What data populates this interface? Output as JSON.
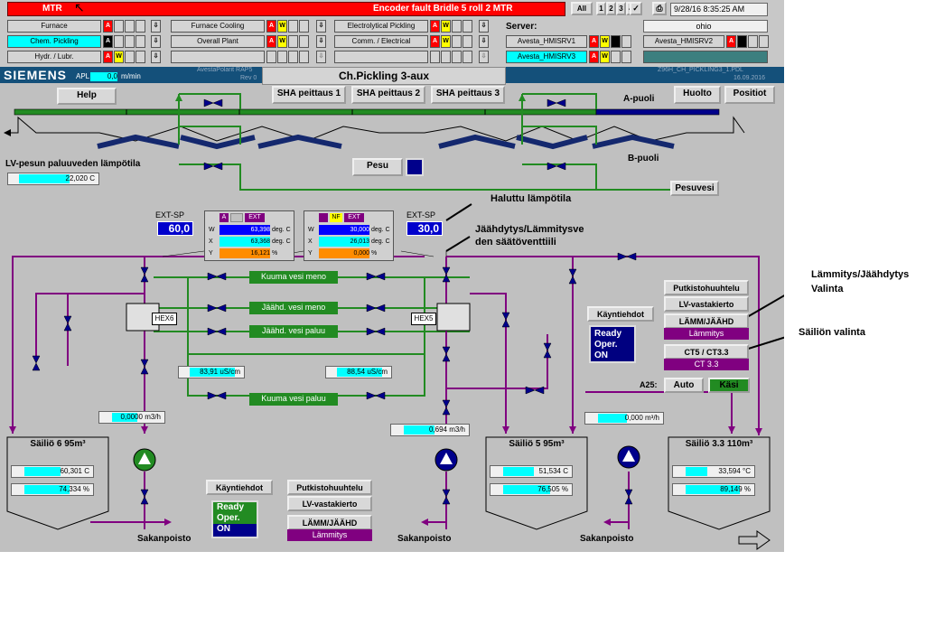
{
  "topbar": {
    "alarm_tag": "MTR",
    "alarm_message": "Encoder fault Bridle 5 roll 2 MTR",
    "all_label": "All",
    "pages": [
      "1",
      "2",
      "3",
      "4"
    ],
    "datetime": "9/28/16 8:35:25 AM",
    "location": "ohio",
    "server_label": "Server:",
    "groups": [
      {
        "label": "Furnace",
        "A": "A",
        "W": ""
      },
      {
        "label": "Chem. Pickling",
        "A": "",
        "W": ""
      },
      {
        "label": "Hydr. / Lubr.",
        "A": "A",
        "W": "W"
      },
      {
        "label": "Furnace Cooling",
        "A": "A",
        "W": "W"
      },
      {
        "label": "Overall Plant",
        "A": "A",
        "W": "W"
      },
      {
        "label": "",
        "A": "",
        "W": ""
      },
      {
        "label": "Electrolytical Pickling",
        "A": "A",
        "W": "W"
      },
      {
        "label": "Comm. / Electrical",
        "A": "A",
        "W": "W"
      },
      {
        "label": "",
        "A": "",
        "W": ""
      }
    ],
    "servers": [
      "Avesta_HMISRV1",
      "Avesta_HMISRV2",
      "Avesta_HMISRV3"
    ]
  },
  "header": {
    "brand": "SIEMENS",
    "apl_label": "APL",
    "apl_value": "0,0",
    "apl_unit": "m/min",
    "site_line1": "AvestaPolarit RAP5",
    "site_line2": "Rev 0",
    "title": "Ch.Pickling 3-aux",
    "pic_line1": "Z96H_CH_PICKLING3_1.PDL",
    "pic_line2": "16.09.2016"
  },
  "buttons": {
    "help": "Help",
    "sha1": "SHA peittaus 1",
    "sha2": "SHA peittaus 2",
    "sha3": "SHA peittaus 3",
    "huolto": "Huolto",
    "positiot": "Positiot",
    "pesu": "Pesu",
    "pesuvesi": "Pesuvesi",
    "putkisto": "Putkistohuuhtelu",
    "lv_vastakierto": "LV-vastakierto",
    "lamm_jaahd": "LÄMM/JÄÄHD",
    "lammitys": "Lämmitys",
    "ct_select": "CT5 / CT3.3",
    "ct_value": "CT 3.3",
    "kayntiehdot": "Käyntiehdot",
    "a25_label": "A25:",
    "auto": "Auto",
    "kasi": "Käsi",
    "putkisto2": "Putkistohuuhtelu",
    "lv_vastakierto2": "LV-vastakierto",
    "lamm_jaahd2": "LÄMM/JÄÄHD",
    "lammitys2": "Lämmitys",
    "kayntiehdot2": "Käyntiehdot"
  },
  "status": {
    "ready": "Ready",
    "oper": "Oper.",
    "on": "ON"
  },
  "labels": {
    "a_puoli": "A-puoli",
    "b_puoli": "B-puoli",
    "lv_pesu": "LV-pesun paluuveden lämpötila",
    "lv_pesu_value": "22,020 C",
    "hex6": "HEX6",
    "hex5": "HEX5",
    "kuuma_meno": "Kuuma vesi meno",
    "jaahd_meno": "Jäähd. vesi meno",
    "jaahd_paluu": "Jäähd. vesi paluu",
    "kuuma_paluu": "Kuuma vesi paluu",
    "cond1": "83,91 uS/cm",
    "cond2": "88,54 uS/cm",
    "flow1": "0,0000 m3/h",
    "flow2": "0,694 m3/h",
    "flow3": "0,000 m³/h",
    "sakanpoisto": "Sakanpoisto"
  },
  "controllers": {
    "left": {
      "ext_sp_label": "EXT-SP",
      "ext_sp_value": "60,0",
      "mode": "A",
      "ext": "EXT",
      "W": "63,398",
      "X": "63,368",
      "Y": "16,121",
      "W_unit": "deg. C",
      "X_unit": "deg. C",
      "Y_unit": "%"
    },
    "right": {
      "ext_sp_label": "EXT-SP",
      "ext_sp_value": "30,0",
      "mode": "NF",
      "ext": "EXT",
      "W": "30,000",
      "X": "26,013",
      "Y": "0,000",
      "W_unit": "deg. C",
      "X_unit": "deg. C",
      "Y_unit": "%"
    }
  },
  "tanks": [
    {
      "name": "Säiliö 6 95m³",
      "temp": "60,301 C",
      "level": "74,334 %"
    },
    {
      "name": "Säiliö 5 95m³",
      "temp": "51,534 C",
      "level": "76,505 %"
    },
    {
      "name": "Säiliö 3.3 110m³",
      "temp": "33,594 °C",
      "level": "89,149 %"
    }
  ],
  "annotations": {
    "haluttu": "Haluttu lämpötila",
    "venttiili_1": "Jäähdytys/Lämmitysve",
    "venttiili_2": "den säätöventtiili",
    "lammitys_valinta_1": "Lämmitys/Jäähdytys",
    "lammitys_valinta_2": "Valinta",
    "sailion_valinta": "Säiliön valinta"
  },
  "colors": {
    "alarm_red": "#ff0000",
    "line_green": "#228b22",
    "line_purple": "#800080",
    "status_blue": "#000080",
    "siemens_blue": "#14507a",
    "display_cyan": "#00ffff"
  }
}
